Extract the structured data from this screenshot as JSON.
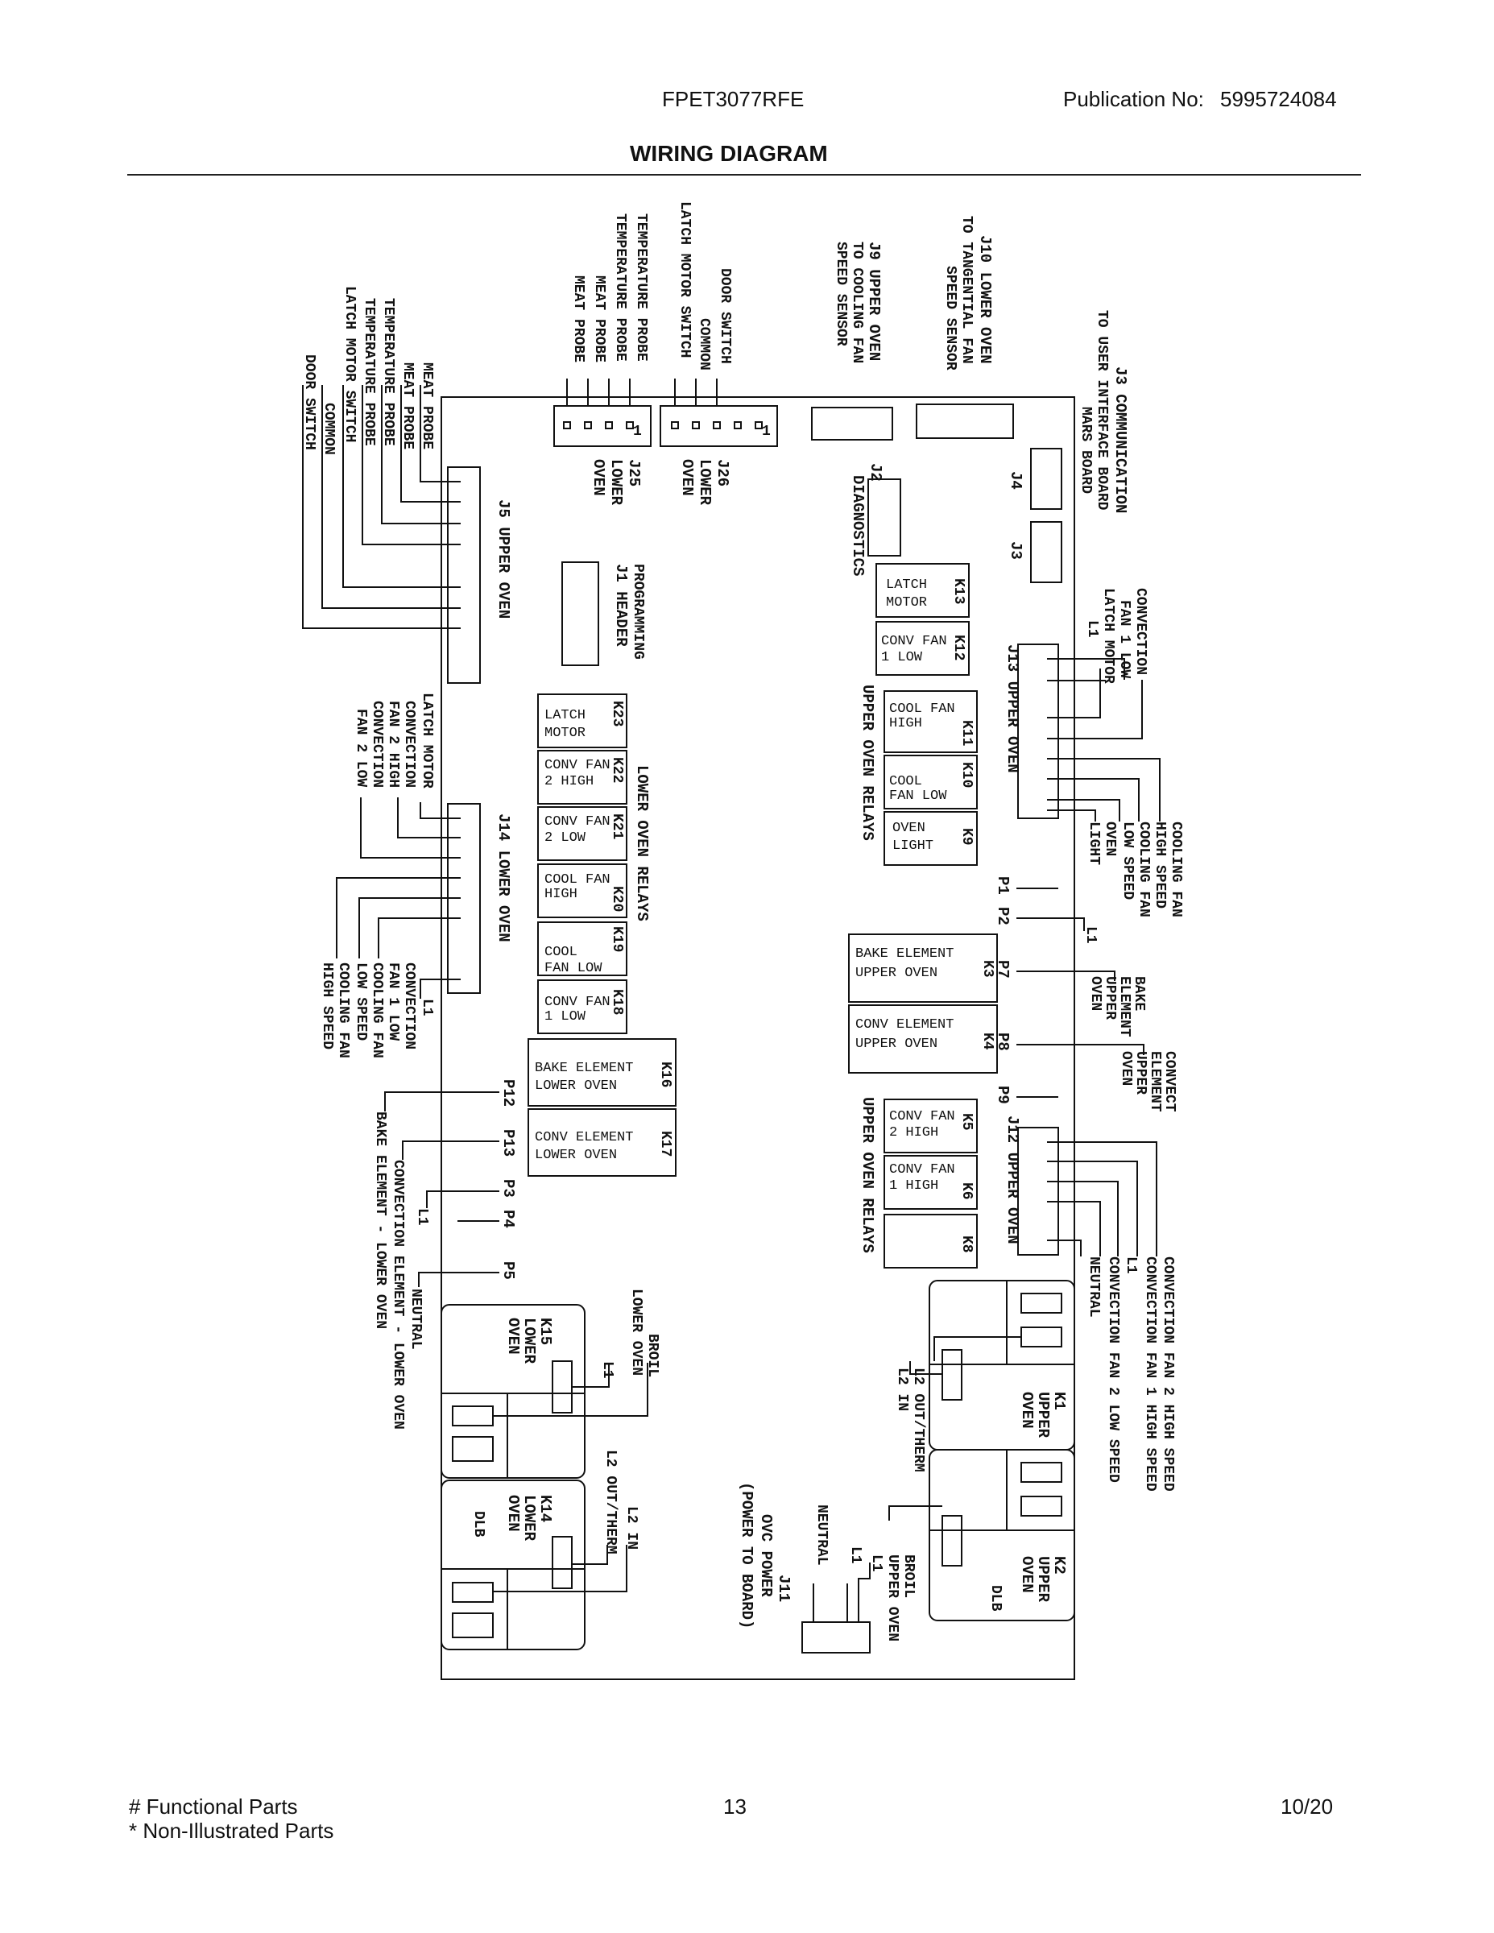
{
  "header": {
    "model": "FPET3077RFE",
    "publication_label": "Publication No:",
    "publication_number": "5995724084",
    "title": "WIRING DIAGRAM"
  },
  "footer": {
    "legend_functional": "# Functional Parts",
    "legend_non_illustrated": "* Non-Illustrated Parts",
    "page_number": "13",
    "date": "10/20"
  },
  "diagram": {
    "top_group_j25": [
      "TEMPERATURE PROBE",
      "TEMPERATURE PROBE",
      "MEAT PROBE",
      "MEAT PROBE"
    ],
    "top_group_j26": [
      "LATCH MOTOR SWITCH",
      "COMMON",
      "DOOR SWITCH"
    ],
    "j9_label": [
      "J9 UPPER OVEN",
      "TO COOLING FAN",
      "SPEED SENSOR"
    ],
    "j10_label": [
      "J10 LOWER OVEN",
      "TO TANGENTIAL FAN",
      "SPEED SENSOR"
    ],
    "j3_label": [
      "J3 COMMUNICATION",
      "TO USER INTERFACE BOARD",
      "MARS BOARD"
    ],
    "j5_wires": [
      "MEAT PROBE",
      "MEAT PROBE",
      "TEMPERATURE PROBE",
      "TEMPERATURE PROBE",
      "LATCH MOTOR SWITCH",
      "COMMON",
      "DOOR SWITCH"
    ],
    "j5_label": "J5 UPPER OVEN",
    "j25_label": [
      "J25",
      "LOWER",
      "OVEN"
    ],
    "j26_label": [
      "J26",
      "LOWER",
      "OVEN"
    ],
    "j2_label": [
      "J2",
      "DIAGNOSTICS"
    ],
    "j4_label": "J4",
    "j3_short": "J3",
    "j1_label": [
      "PROGRAMMING",
      "J1 HEADER"
    ],
    "j14_wires_top": [
      "LATCH MOTOR",
      "CONVECTION",
      "FAN 2 HIGH",
      "CONVECTION",
      "FAN 2 LOW"
    ],
    "j14_wires_bottom": [
      "L1",
      "CONVECTION",
      "FAN 1 LOW",
      "COOLING FAN",
      "LOW SPEED",
      "COOLING FAN",
      "HIGH SPEED"
    ],
    "j14_label": "J14 LOWER OVEN",
    "lower_relays_title": "LOWER OVEN RELAYS",
    "upper_relays_title": "UPPER OVEN RELAYS",
    "lower_relays": [
      {
        "id": "K23",
        "lines": [
          "LATCH",
          "MOTOR"
        ]
      },
      {
        "id": "K22",
        "lines": [
          "CONV FAN",
          "2 HIGH"
        ]
      },
      {
        "id": "K21",
        "lines": [
          "CONV FAN",
          "2 LOW"
        ]
      },
      {
        "id": "K20",
        "lines": [
          "COOL FAN",
          "HIGH"
        ]
      },
      {
        "id": "K19",
        "lines": [
          "COOL",
          "FAN LOW"
        ]
      },
      {
        "id": "K18",
        "lines": [
          "CONV FAN",
          "1 LOW"
        ]
      },
      {
        "id": "K16",
        "lines": [
          "BAKE ELEMENT",
          "LOWER OVEN"
        ]
      },
      {
        "id": "K17",
        "lines": [
          "CONV ELEMENT",
          "LOWER OVEN"
        ]
      }
    ],
    "upper_relays": [
      {
        "id": "K13",
        "lines": [
          "LATCH",
          "MOTOR"
        ]
      },
      {
        "id": "K12",
        "lines": [
          "CONV FAN",
          "1 LOW"
        ]
      },
      {
        "id": "K11",
        "lines": [
          "COOL FAN",
          "HIGH"
        ]
      },
      {
        "id": "K10",
        "lines": [
          "COOL",
          "FAN LOW"
        ]
      },
      {
        "id": "K9",
        "lines": [
          "OVEN",
          "LIGHT"
        ]
      },
      {
        "id": "K3",
        "lines": [
          "BAKE ELEMENT",
          "UPPER OVEN"
        ]
      },
      {
        "id": "K4",
        "lines": [
          "CONV ELEMENT",
          "UPPER OVEN"
        ]
      },
      {
        "id": "K5",
        "lines": [
          "CONV FAN",
          "2 HIGH"
        ]
      },
      {
        "id": "K6",
        "lines": [
          "CONV FAN",
          "1 HIGH"
        ]
      },
      {
        "id": "K8",
        "lines": [
          "",
          ""
        ]
      }
    ],
    "j13_label": "J13 UPPER OVEN",
    "j13_wires_top": [
      "CONVECTION",
      "FAN 1 LOW",
      "LATCH MOTOR",
      "L1"
    ],
    "j13_wires_bottom": [
      "COOLING FAN",
      "HIGH SPEED",
      "COOLING FAN",
      "LOW SPEED",
      "OVEN",
      "LIGHT"
    ],
    "pins_right": [
      "P1",
      "P2",
      "P7",
      "P8",
      "P9"
    ],
    "p2_wire": "L1",
    "p7_wire": [
      "BAKE",
      "ELEMENT",
      "UPPER",
      "OVEN"
    ],
    "p8_wire": [
      "CONVECT",
      "ELEMENT",
      "UPPER",
      "OVEN"
    ],
    "j12_label": "J12 UPPER OVEN",
    "j12_wires": [
      "CONVECTION FAN 2 HIGH SPEED",
      "CONVECTION FAN 1 HIGH SPEED",
      "L1",
      "CONVECTION FAN 2 LOW SPEED",
      "NEUTRAL"
    ],
    "pins_left": [
      "P12",
      "P13",
      "P3",
      "P4",
      "P5"
    ],
    "left_wires": [
      "BAKE ELEMENT - LOWER OVEN",
      "CONVECTION ELEMENT - LOWER OVEN",
      "L1",
      "NEUTRAL"
    ],
    "k15": {
      "id": "K15",
      "lines": [
        "LOWER",
        "OVEN"
      ],
      "wires": [
        "BROIL",
        "LOWER OVEN",
        "L1"
      ]
    },
    "k14": {
      "id": "K14",
      "lines": [
        "LOWER",
        "OVEN",
        "DLB"
      ],
      "wires": [
        "L2 OUT/THERM",
        "L2 IN"
      ]
    },
    "k1": {
      "id": "K1",
      "lines": [
        "UPPER",
        "OVEN"
      ],
      "wires": [
        "L2 OUT/THERM",
        "L2 IN"
      ]
    },
    "k2": {
      "id": "K2",
      "lines": [
        "UPPER",
        "OVEN",
        "DLB"
      ],
      "wires": [
        "BROIL",
        "UPPER OVEN",
        "L1"
      ]
    },
    "j11": {
      "label": [
        "J11",
        "OVC POWER",
        "(POWER TO BOARD)"
      ],
      "wires": [
        "NEUTRAL",
        "L1"
      ]
    },
    "pin_one": "1"
  }
}
